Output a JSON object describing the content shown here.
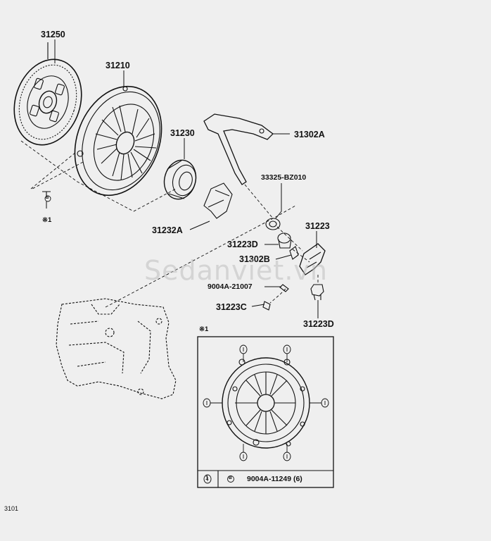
{
  "watermark": "Sedanviet.vn",
  "footer_code": "3101",
  "parts": {
    "p31250": "31250",
    "p31210": "31210",
    "p31230": "31230",
    "p31302A": "31302A",
    "p33325": "33325-BZ010",
    "p31223": "31223",
    "p31223D_a": "31223D",
    "p31302B": "31302B",
    "p9004A_21007": "9004A-21007",
    "p31223C": "31223C",
    "p31223D_b": "31223D",
    "p31232A": "31232A"
  },
  "notes": {
    "ref_mark": "※1",
    "ref_mark_inset": "※1",
    "bolt_letter": "B",
    "legend_number": "1",
    "legend_part": "9004A-11249 (6)"
  },
  "colors": {
    "line": "#111111",
    "background": "#efefef"
  }
}
